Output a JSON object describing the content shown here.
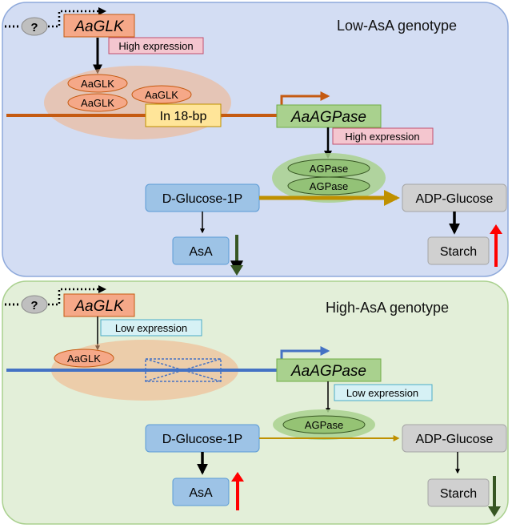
{
  "colors": {
    "panel_top_fill": "#d3ddf3",
    "panel_top_border": "#8ea9db",
    "panel_bottom_fill": "#e3efd9",
    "panel_bottom_border": "#a9d08e",
    "gene_box": "#f5a888",
    "promoter_box": "#a9d18e",
    "metabolite_box": "#9dc3e6",
    "product_box": "#d0d0d0",
    "high_expr_tag": "#f4c6cf",
    "low_expr_tag": "#d6f1f5",
    "insert_box": "#ffe599",
    "dna_low_asa": "#c55a11",
    "dna_high_asa": "#4472c4",
    "flux_arrow": "#bf9000",
    "up_arrow": "#ff0000",
    "down_arrow": "#375623"
  },
  "top": {
    "genotype": "Low-AsA genotype",
    "unknown_regulator": "?",
    "gene": "AaGLK",
    "gene_expression": "High expression",
    "protein_complex": [
      "AaGLK",
      "AaGLK",
      "AaGLK"
    ],
    "insertion": "In 18-bp",
    "target_gene": "AaAGPase",
    "target_expression": "High expression",
    "enzyme": [
      "AGPase",
      "AGPase"
    ],
    "substrate": "D-Glucose-1P",
    "product": "ADP-Glucose",
    "ascorbate": "AsA",
    "ascorbate_trend": "down",
    "starch": "Starch",
    "starch_trend": "up"
  },
  "bottom": {
    "genotype": "High-AsA genotype",
    "unknown_regulator": "?",
    "gene": "AaGLK",
    "gene_expression": "Low expression",
    "protein_complex": [
      "AaGLK"
    ],
    "target_gene": "AaAGPase",
    "target_expression": "Low expression",
    "enzyme": [
      "AGPase"
    ],
    "substrate": "D-Glucose-1P",
    "product": "ADP-Glucose",
    "ascorbate": "AsA",
    "ascorbate_trend": "up",
    "starch": "Starch",
    "starch_trend": "down"
  }
}
